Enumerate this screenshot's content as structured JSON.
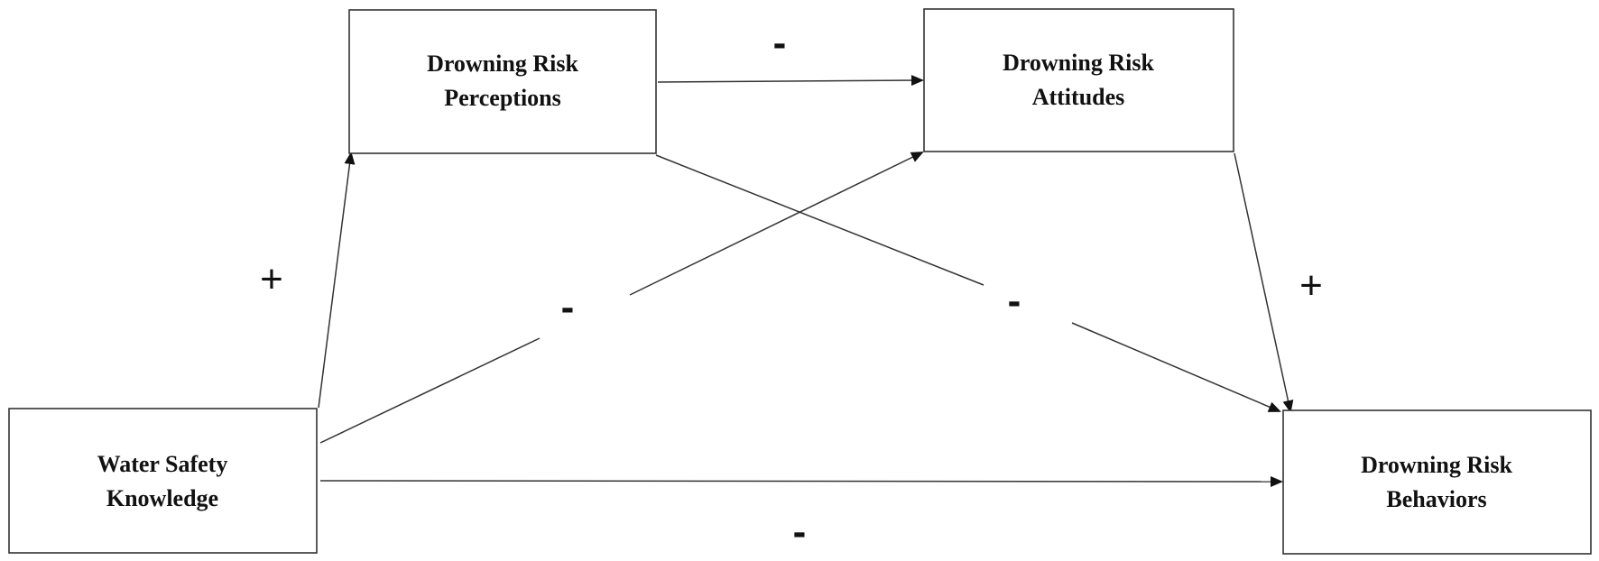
{
  "nodes": {
    "perceptions": {
      "line1": "Drowning Risk",
      "line2": "Perceptions"
    },
    "attitudes": {
      "line1": "Drowning Risk",
      "line2": "Attitudes"
    },
    "knowledge": {
      "line1": "Water Safety",
      "line2": "Knowledge"
    },
    "behaviors": {
      "line1": "Drowning Risk",
      "line2": "Behaviors"
    }
  },
  "edges": {
    "knowledge_to_perceptions": {
      "sign": "+"
    },
    "perceptions_to_attitudes": {
      "sign": "-"
    },
    "knowledge_to_attitudes": {
      "sign": "-"
    },
    "perceptions_to_behaviors": {
      "sign": "-"
    },
    "attitudes_to_behaviors": {
      "sign": "+"
    },
    "knowledge_to_behaviors": {
      "sign": "-"
    }
  }
}
